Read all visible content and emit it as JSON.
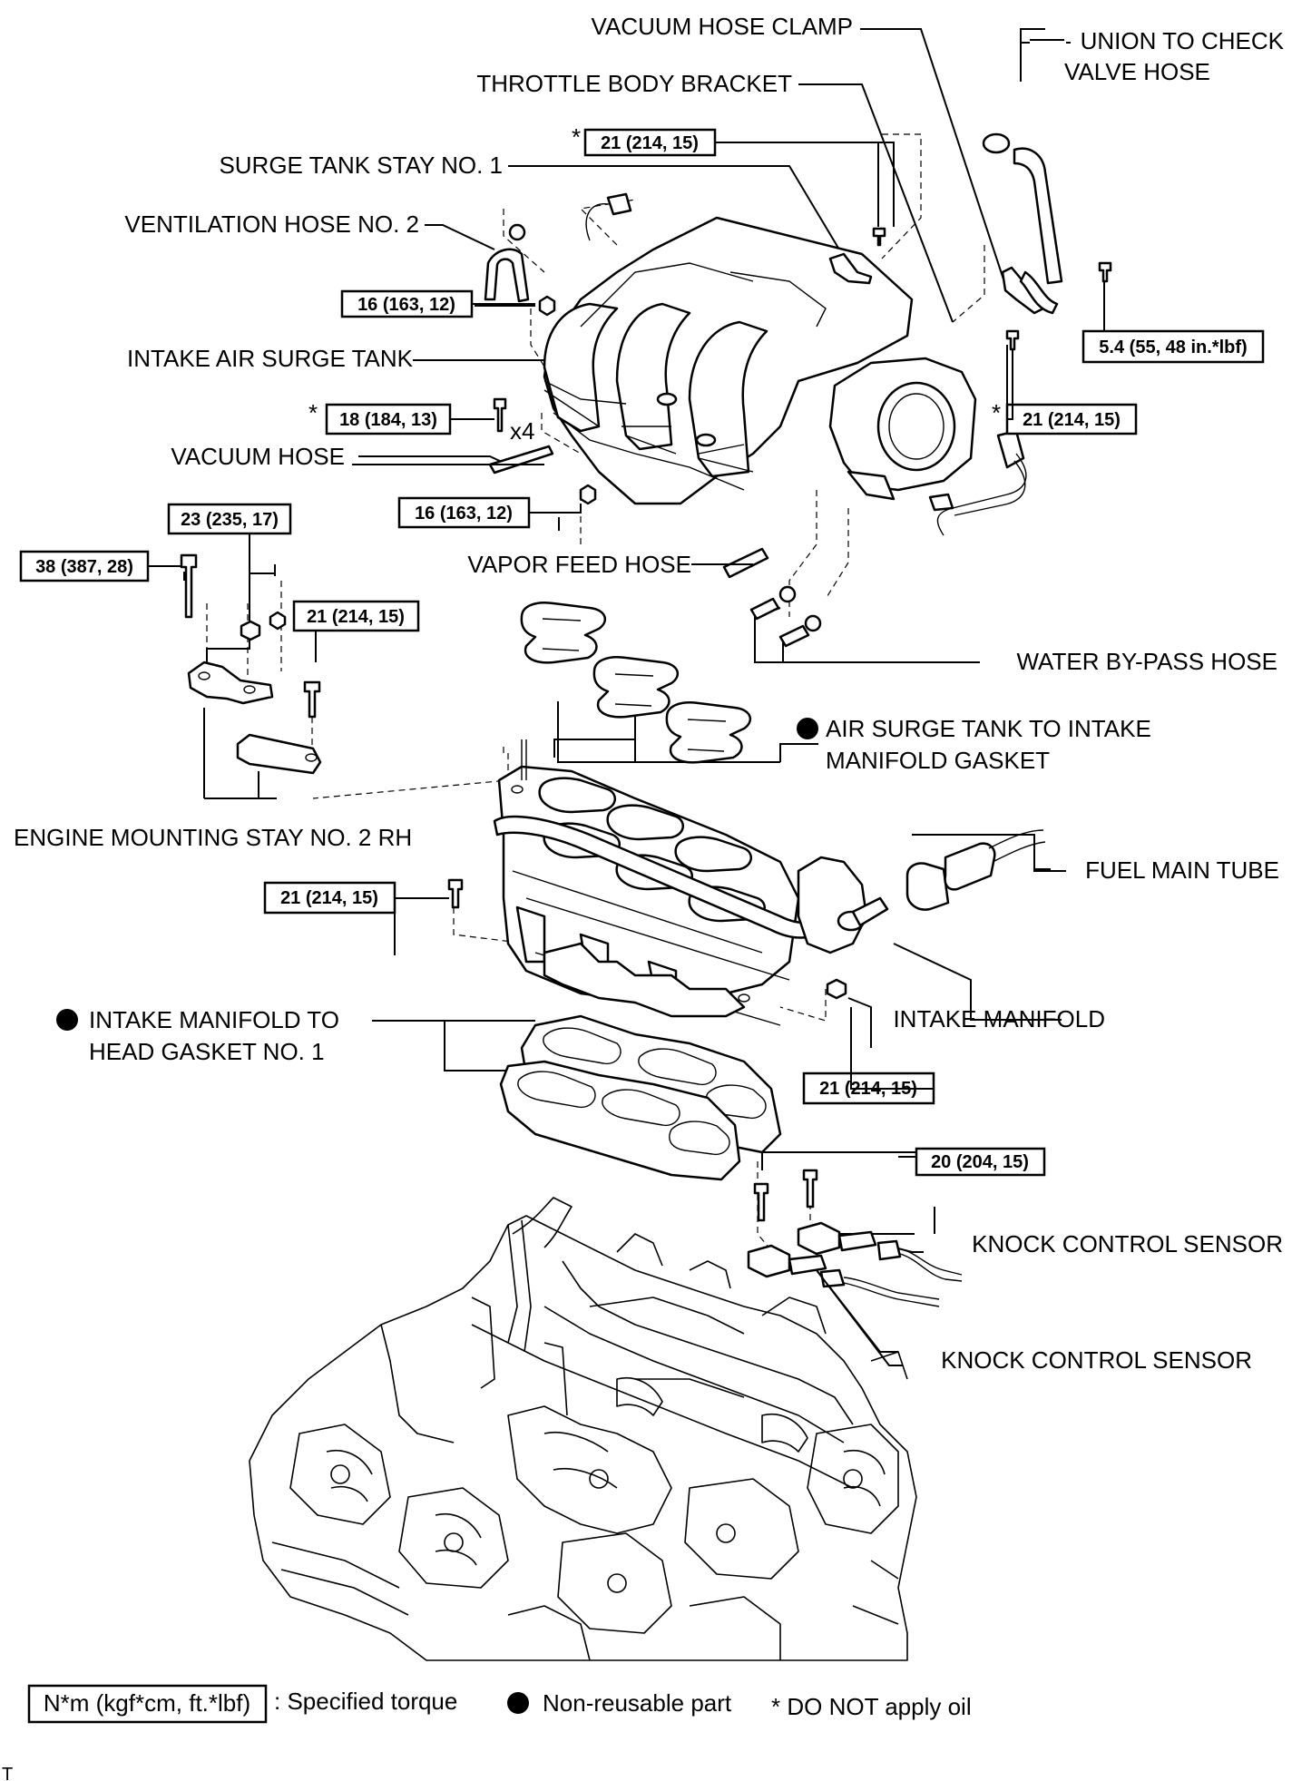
{
  "labels": {
    "vacuum_hose_clamp": "VACUUM HOSE CLAMP",
    "union_line1": "UNION TO CHECK",
    "union_line2": "VALVE HOSE",
    "throttle_body_bracket": "THROTTLE BODY BRACKET",
    "surge_tank_stay": "SURGE TANK STAY NO. 1",
    "ventilation_hose": "VENTILATION HOSE NO. 2",
    "intake_air_surge_tank": "INTAKE AIR SURGE TANK",
    "vacuum_hose": "VACUUM HOSE",
    "vapor_feed_hose": "VAPOR FEED HOSE",
    "water_bypass_hose": "WATER BY-PASS HOSE",
    "air_surge_gasket_line1": "AIR SURGE TANK TO INTAKE",
    "air_surge_gasket_line2": "MANIFOLD GASKET",
    "engine_mounting_stay": "ENGINE MOUNTING STAY NO. 2 RH",
    "fuel_main_tube": "FUEL MAIN TUBE",
    "intake_manifold_gasket_line1": "INTAKE MANIFOLD TO",
    "intake_manifold_gasket_line2": "HEAD GASKET NO. 1",
    "intake_manifold": "INTAKE MANIFOLD",
    "knock_sensor_1": "KNOCK CONTROL SENSOR",
    "knock_sensor_2": "KNOCK CONTROL SENSOR",
    "x4": "x4"
  },
  "torques": {
    "t_21_top": "21 (214, 15)",
    "t_16_a": "16 (163, 12)",
    "t_5_4": "5.4 (55, 48 in.*lbf)",
    "t_18": "18 (184, 13)",
    "t_21_throttle": "21 (214, 15)",
    "t_16_b": "16 (163, 12)",
    "t_23": "23 (235, 17)",
    "t_38": "38 (387, 28)",
    "t_21_stay": "21 (214, 15)",
    "t_21_manifold_left": "21 (214, 15)",
    "t_21_manifold_right": "21 (214, 15)",
    "t_20": "20 (204, 15)"
  },
  "marks": {
    "asterisk": "*"
  },
  "legend": {
    "torque_box": "N*m (kgf*cm, ft.*lbf)",
    "torque_text": ": Specified torque",
    "nonreusable": "Non-reusable part",
    "no_oil": "* DO NOT apply oil"
  },
  "footer_mark": "T"
}
